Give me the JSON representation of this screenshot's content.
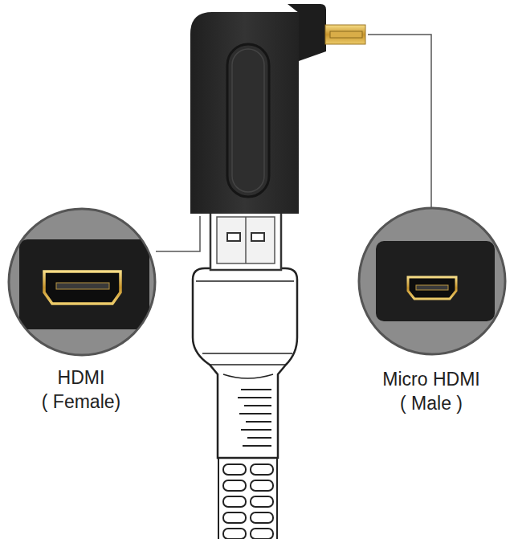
{
  "diagram": {
    "labels": [
      "HDMI",
      "( Female)",
      "Micro HDMI",
      "( Male )"
    ]
  }
}
